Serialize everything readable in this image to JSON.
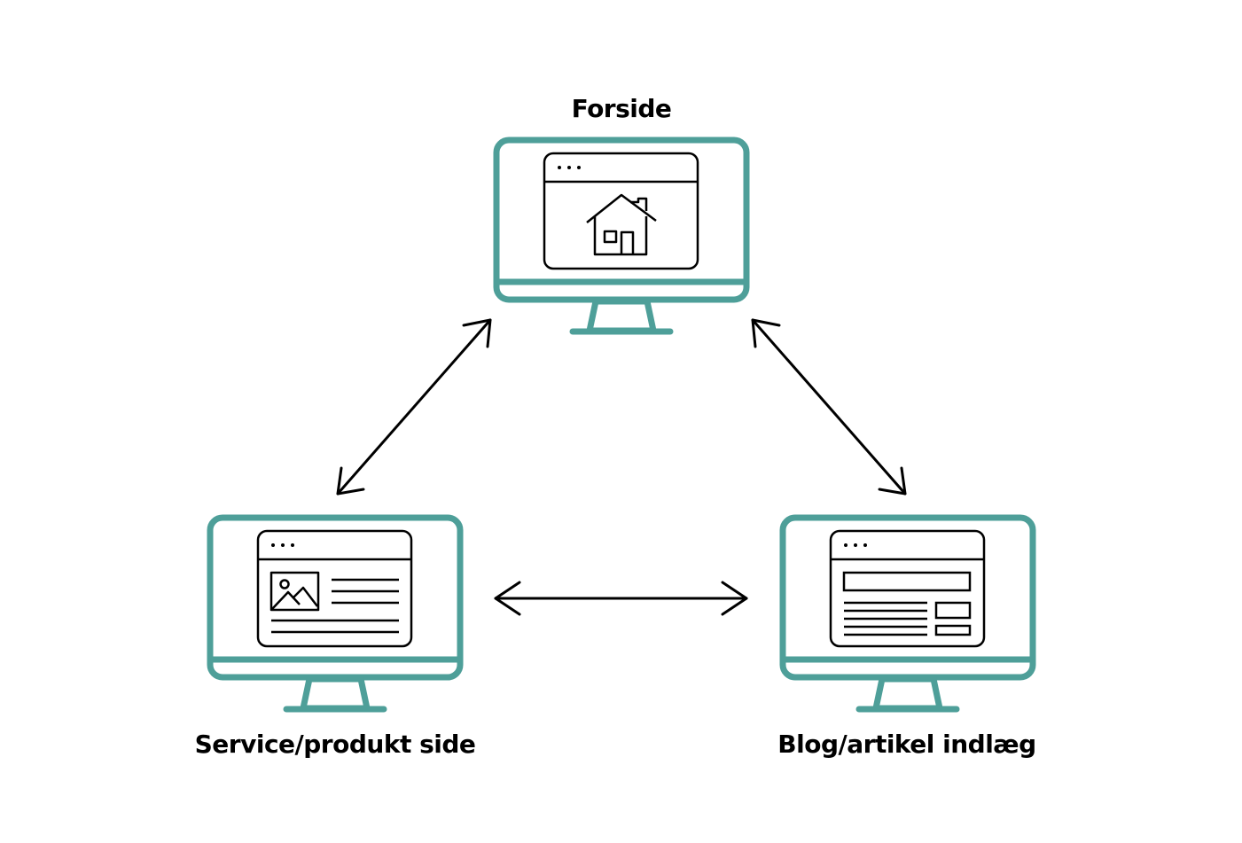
{
  "diagram": {
    "nodes": [
      {
        "id": "forside",
        "label": "Forside",
        "icon": "home-icon"
      },
      {
        "id": "service",
        "label": "Service/produkt side",
        "icon": "image-text-page-icon"
      },
      {
        "id": "blog",
        "label": "Blog/artikel indlæg",
        "icon": "article-page-icon"
      }
    ],
    "edges": [
      {
        "from": "forside",
        "to": "service",
        "direction": "both"
      },
      {
        "from": "forside",
        "to": "blog",
        "direction": "both"
      },
      {
        "from": "service",
        "to": "blog",
        "direction": "both"
      }
    ]
  },
  "colors": {
    "monitor": "#4e9f99",
    "line": "#000000",
    "background": "#ffffff"
  }
}
